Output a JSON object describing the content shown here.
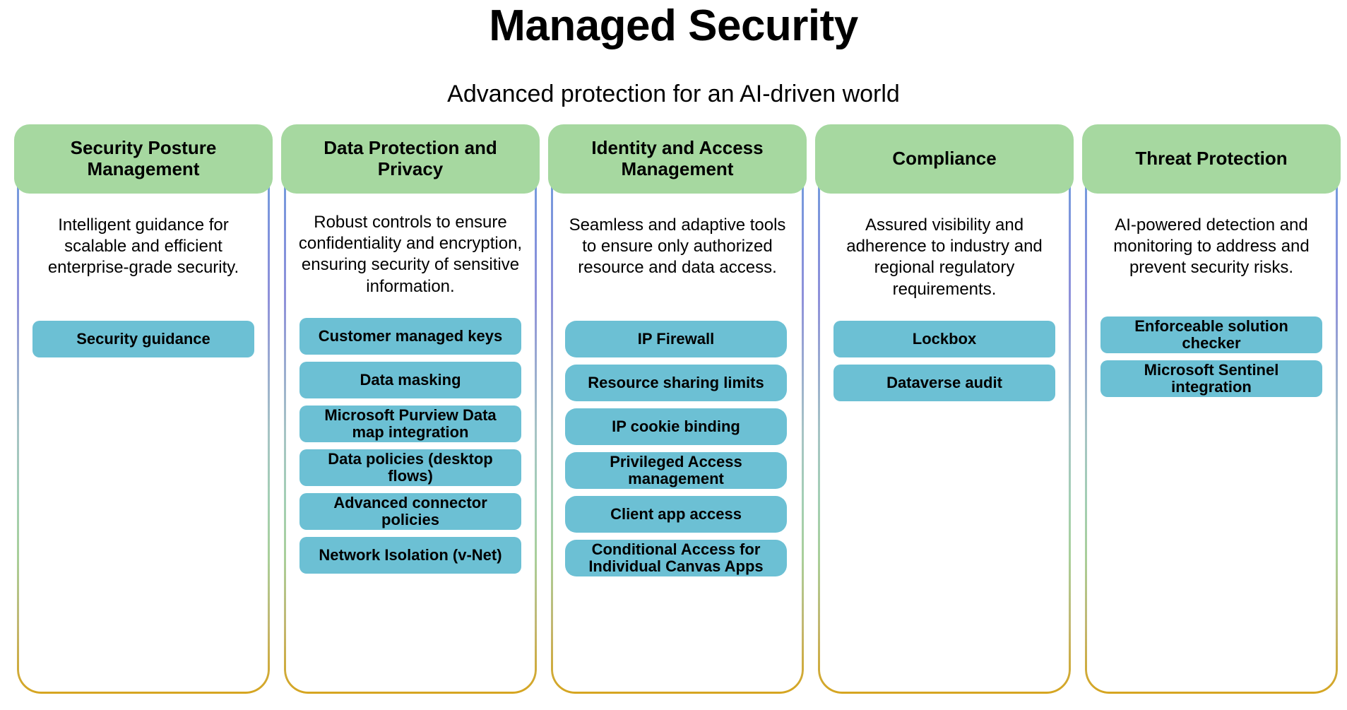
{
  "header": {
    "title": "Managed Security",
    "subtitle": "Advanced protection for an AI-driven world"
  },
  "theme": {
    "header_pill_green": "#a6d8a0",
    "item_pill_teal": "#6cc0d4",
    "border_gradient_top_blue": "#6aa4de",
    "border_gradient_mid_purple": "#8f91da",
    "border_gradient_mid_green": "#a9cf9a",
    "border_gradient_bottom_gold": "#d6a520",
    "text_color": "#000000",
    "background": "#ffffff"
  },
  "columns": [
    {
      "title": "Security Posture Management",
      "description": "Intelligent guidance for scalable and efficient enterprise-grade security.",
      "items": [
        "Security guidance"
      ]
    },
    {
      "title": "Data Protection and Privacy",
      "description": "Robust controls to ensure confidentiality and encryption, ensuring security of sensitive information.",
      "items": [
        "Customer managed keys",
        "Data masking",
        "Microsoft Purview Data map integration",
        "Data policies (desktop flows)",
        "Advanced connector policies",
        "Network Isolation (v-Net)"
      ]
    },
    {
      "title": "Identity and Access Management",
      "description": "Seamless and adaptive tools to ensure only authorized resource and data access.",
      "items": [
        "IP Firewall",
        "Resource sharing limits",
        "IP cookie binding",
        "Privileged Access management",
        "Client app access",
        "Conditional Access for Individual Canvas Apps"
      ]
    },
    {
      "title": "Compliance",
      "description": "Assured visibility and adherence to industry and regional regulatory requirements.",
      "items": [
        "Lockbox",
        "Dataverse audit"
      ]
    },
    {
      "title": "Threat Protection",
      "description": "AI-powered detection and monitoring to address and prevent security risks.",
      "items": [
        "Enforceable solution checker",
        "Microsoft Sentinel integration"
      ]
    }
  ]
}
